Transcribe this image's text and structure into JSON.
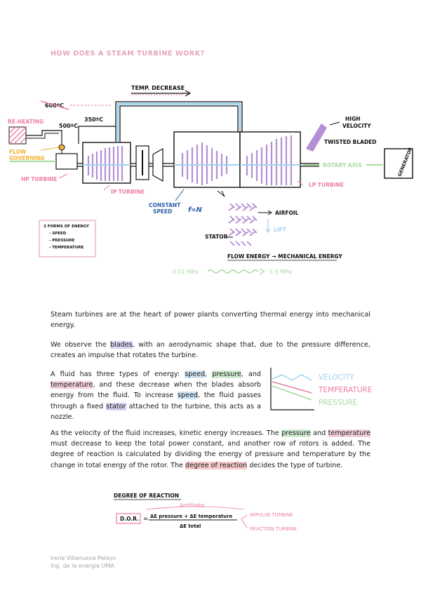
{
  "title": "HOW DOES A STEAM TURBINE WORK?",
  "diagram": {
    "temp_decrease": "TEMP. DECREASE",
    "t600": "600ºC",
    "reheating": "RE-HEATING",
    "t500": "500ºC",
    "t350": "350ºC",
    "flow_governing_1": "FLOW",
    "flow_governing_2": "GOVERNING",
    "hp_turbine": "HP TURBINE",
    "ip_turbine": "IP TURBINE",
    "lp_turbine": "LP TURBINE",
    "high_velocity_1": "HIGH",
    "high_velocity_2": "VELOCITY",
    "twisted_bladed": "TWISTED BLADED",
    "rotary_axis": "ROTARY AXIS",
    "generator": "GENERATOR",
    "constant_speed_1": "CONSTANT",
    "constant_speed_2": "SPEED",
    "f_alpha_n": "f∝N",
    "airfoil": "AIRFOIL",
    "lift": "LIFT",
    "stator": "STATOR",
    "flow_energy": "FLOW ENERGY → MECHANICAL ENERGY",
    "pressure_low": "0.01 MPa",
    "pressure_high": "1.5 MPa",
    "forms_title": "3 FORMS OF ENERGY",
    "forms": [
      "SPEED",
      "PRESSURE",
      "TEMPERATURE"
    ]
  },
  "paragraphs": {
    "p1": "Steam turbines are at the heart of power plants converting thermal energy into mechanical energy.",
    "p2_a": "We observe the ",
    "p2_b": "blades",
    "p2_c": ", with an aerodynamic shape that, due to the pressure difference, creates an impulse that rotates the turbine.",
    "p3_a": "A fluid has three types of energy: ",
    "p3_speed": "speed",
    "p3_b": ", ",
    "p3_pressure": "pressure",
    "p3_c": ", and ",
    "p3_temperature": "temperature",
    "p3_d": ", and these decrease when the blades absorb energy from the fluid. To increase ",
    "p3_speed2": "speed",
    "p3_e": ", the fluid passes through a fixed ",
    "p3_stator": "stator",
    "p3_f": " attached to the turbine, this acts as a nozzle.",
    "p4_a": "As the velocity of the fluid increases, kinetic energy increases. The ",
    "p4_pressure": "pressure",
    "p4_b": " and ",
    "p4_temperature": "temperature",
    "p4_c": " must decrease to keep the total power constant, and another row of rotors is added.  The degree of reaction is calculated by dividing the energy of pressure and temperature by the change in total energy of the rotor. The ",
    "p4_dor": "degree of reaction",
    "p4_d": " decides the type of turbine."
  },
  "legend_chart": {
    "velocity": "VELOCITY",
    "temperature": "TEMPERATURE",
    "pressure": "PRESSURE"
  },
  "dor": {
    "heading": "DEGREE OF REACTION",
    "enthalpy": "Δenthalpy",
    "label": "D.O.R.",
    "eq": "=",
    "numerator": "ΔE pressure + ΔE temperature",
    "denominator": "ΔE total",
    "impulse": "IMPULSE TURBINE",
    "reaction": "REACTION TURBINE"
  },
  "footer": {
    "author": "Irene Villanueva Pelayo",
    "subject": "Ing. de la energía UMA"
  },
  "colors": {
    "pink": "#e4a3be",
    "purple": "#b48fd4",
    "blue": "#9fd3ef",
    "green": "#a9d9a0",
    "orange": "#f2b134",
    "dark_blue": "#2f5ea8"
  }
}
